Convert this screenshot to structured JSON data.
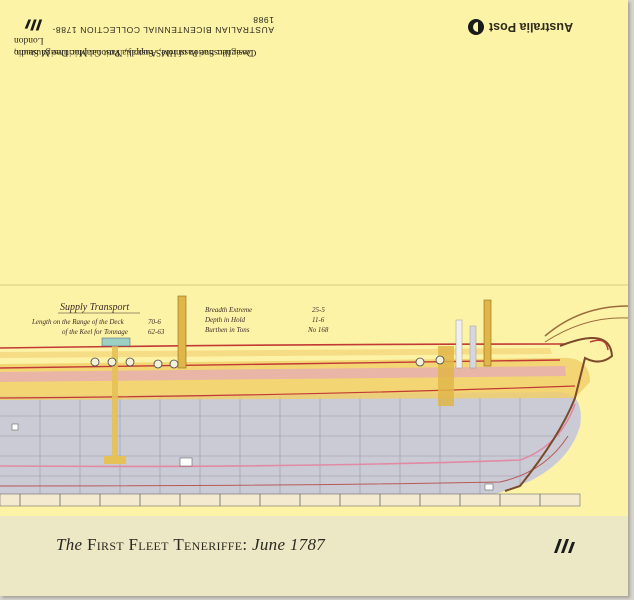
{
  "back_cover": {
    "brand": "Australia Post",
    "collection": "AUSTRALIAN BICENTENNIAL COLLECTION 1788-1988",
    "designer_line": "Designer: Sue Passmore, Australia Post Graphic Design Studio",
    "illustration_line": "Cover Illustration of HMS Supply, National Maritime Museum, London"
  },
  "plan": {
    "title": "Supply Transport",
    "notes_left": [
      {
        "label": "Length on the Range of the Deck",
        "value": "70-6"
      },
      {
        "label": "of the Keel for Tonnage",
        "value": "62-63"
      }
    ],
    "notes_right": [
      {
        "label": "Breadth Extreme",
        "value": "25-5"
      },
      {
        "label": "Depth in Hold",
        "value": "11-6"
      },
      {
        "label": "Burthen in Tons",
        "value": "No 168"
      }
    ]
  },
  "banner": {
    "the": "The",
    "first_fleet": "First Fleet",
    "teneriffe": "Teneriffe",
    "colon": ":",
    "date": "June 1787"
  },
  "colors": {
    "paper": "#fdf3a6",
    "hull_grey": "#c9c9d4",
    "hull_yellow": "#f2c55a",
    "rail_red": "#c23a35",
    "pink": "#e6a9b8",
    "banner_bg": "#ece8c5"
  }
}
